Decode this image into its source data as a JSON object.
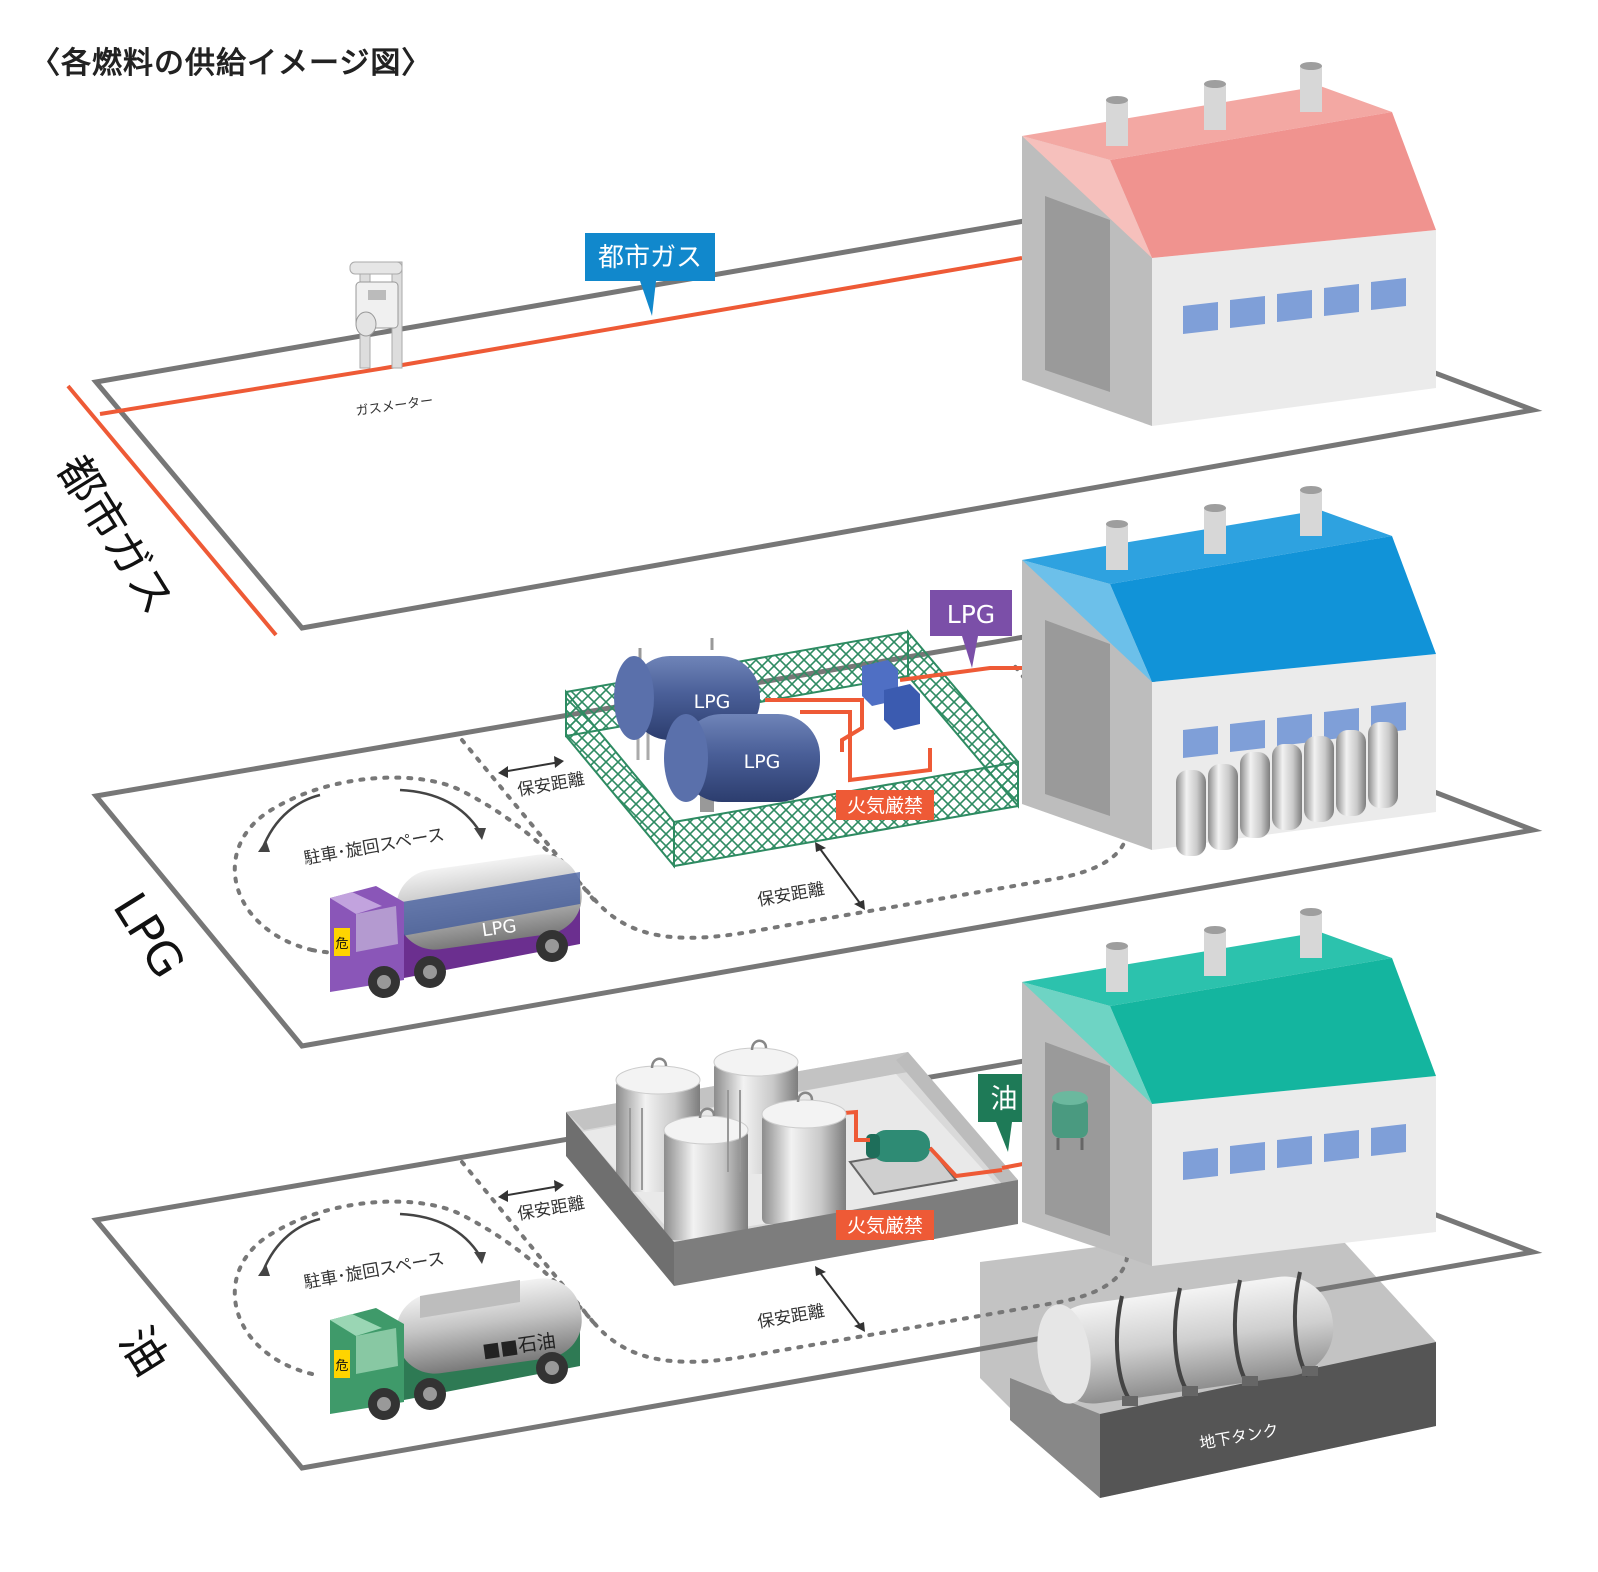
{
  "title": "〈各燃料の供給イメージ図〉",
  "colors": {
    "city_gas_roof": "#f0938f",
    "lpg_roof": "#1193d8",
    "oil_roof": "#14b59f",
    "pipe": "#ee5a36",
    "city_gas_tag": "#1188cc",
    "lpg_tag": "#7b4fa8",
    "oil_tag": "#1e7a57",
    "fence": "#2e8b62",
    "window": "#7f9fd8",
    "warning": "#ee5a36"
  },
  "sections": {
    "city_gas": {
      "side_label": "都市ガス",
      "pipe_tag": "都市ガス",
      "meter_label": "ガスメーター"
    },
    "lpg": {
      "side_label": "LPG",
      "pipe_tag": "LPG",
      "tank_label_1": "LPG",
      "tank_label_2": "LPG",
      "truck_label": "LPG",
      "truck_badge": "危",
      "parking_label": "駐車･旋回スペース",
      "safety_distance_1": "保安距離",
      "safety_distance_2": "保安距離",
      "no_fire": "火気厳禁"
    },
    "oil": {
      "side_label": "油",
      "pipe_tag": "油",
      "truck_label": "■■石油",
      "truck_badge": "危",
      "parking_label": "駐車･旋回スペース",
      "safety_distance_1": "保安距離",
      "safety_distance_2": "保安距離",
      "no_fire": "火気厳禁",
      "underground_tank": "地下タンク"
    }
  }
}
